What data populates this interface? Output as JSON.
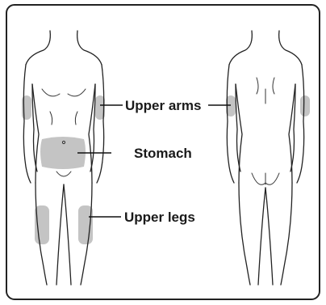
{
  "labels": {
    "upper_arms": "Upper arms",
    "stomach": "Stomach",
    "upper_legs": "Upper legs"
  },
  "colors": {
    "border": "#222222",
    "site_fill": "#c4c4c4",
    "background": "#ffffff"
  }
}
